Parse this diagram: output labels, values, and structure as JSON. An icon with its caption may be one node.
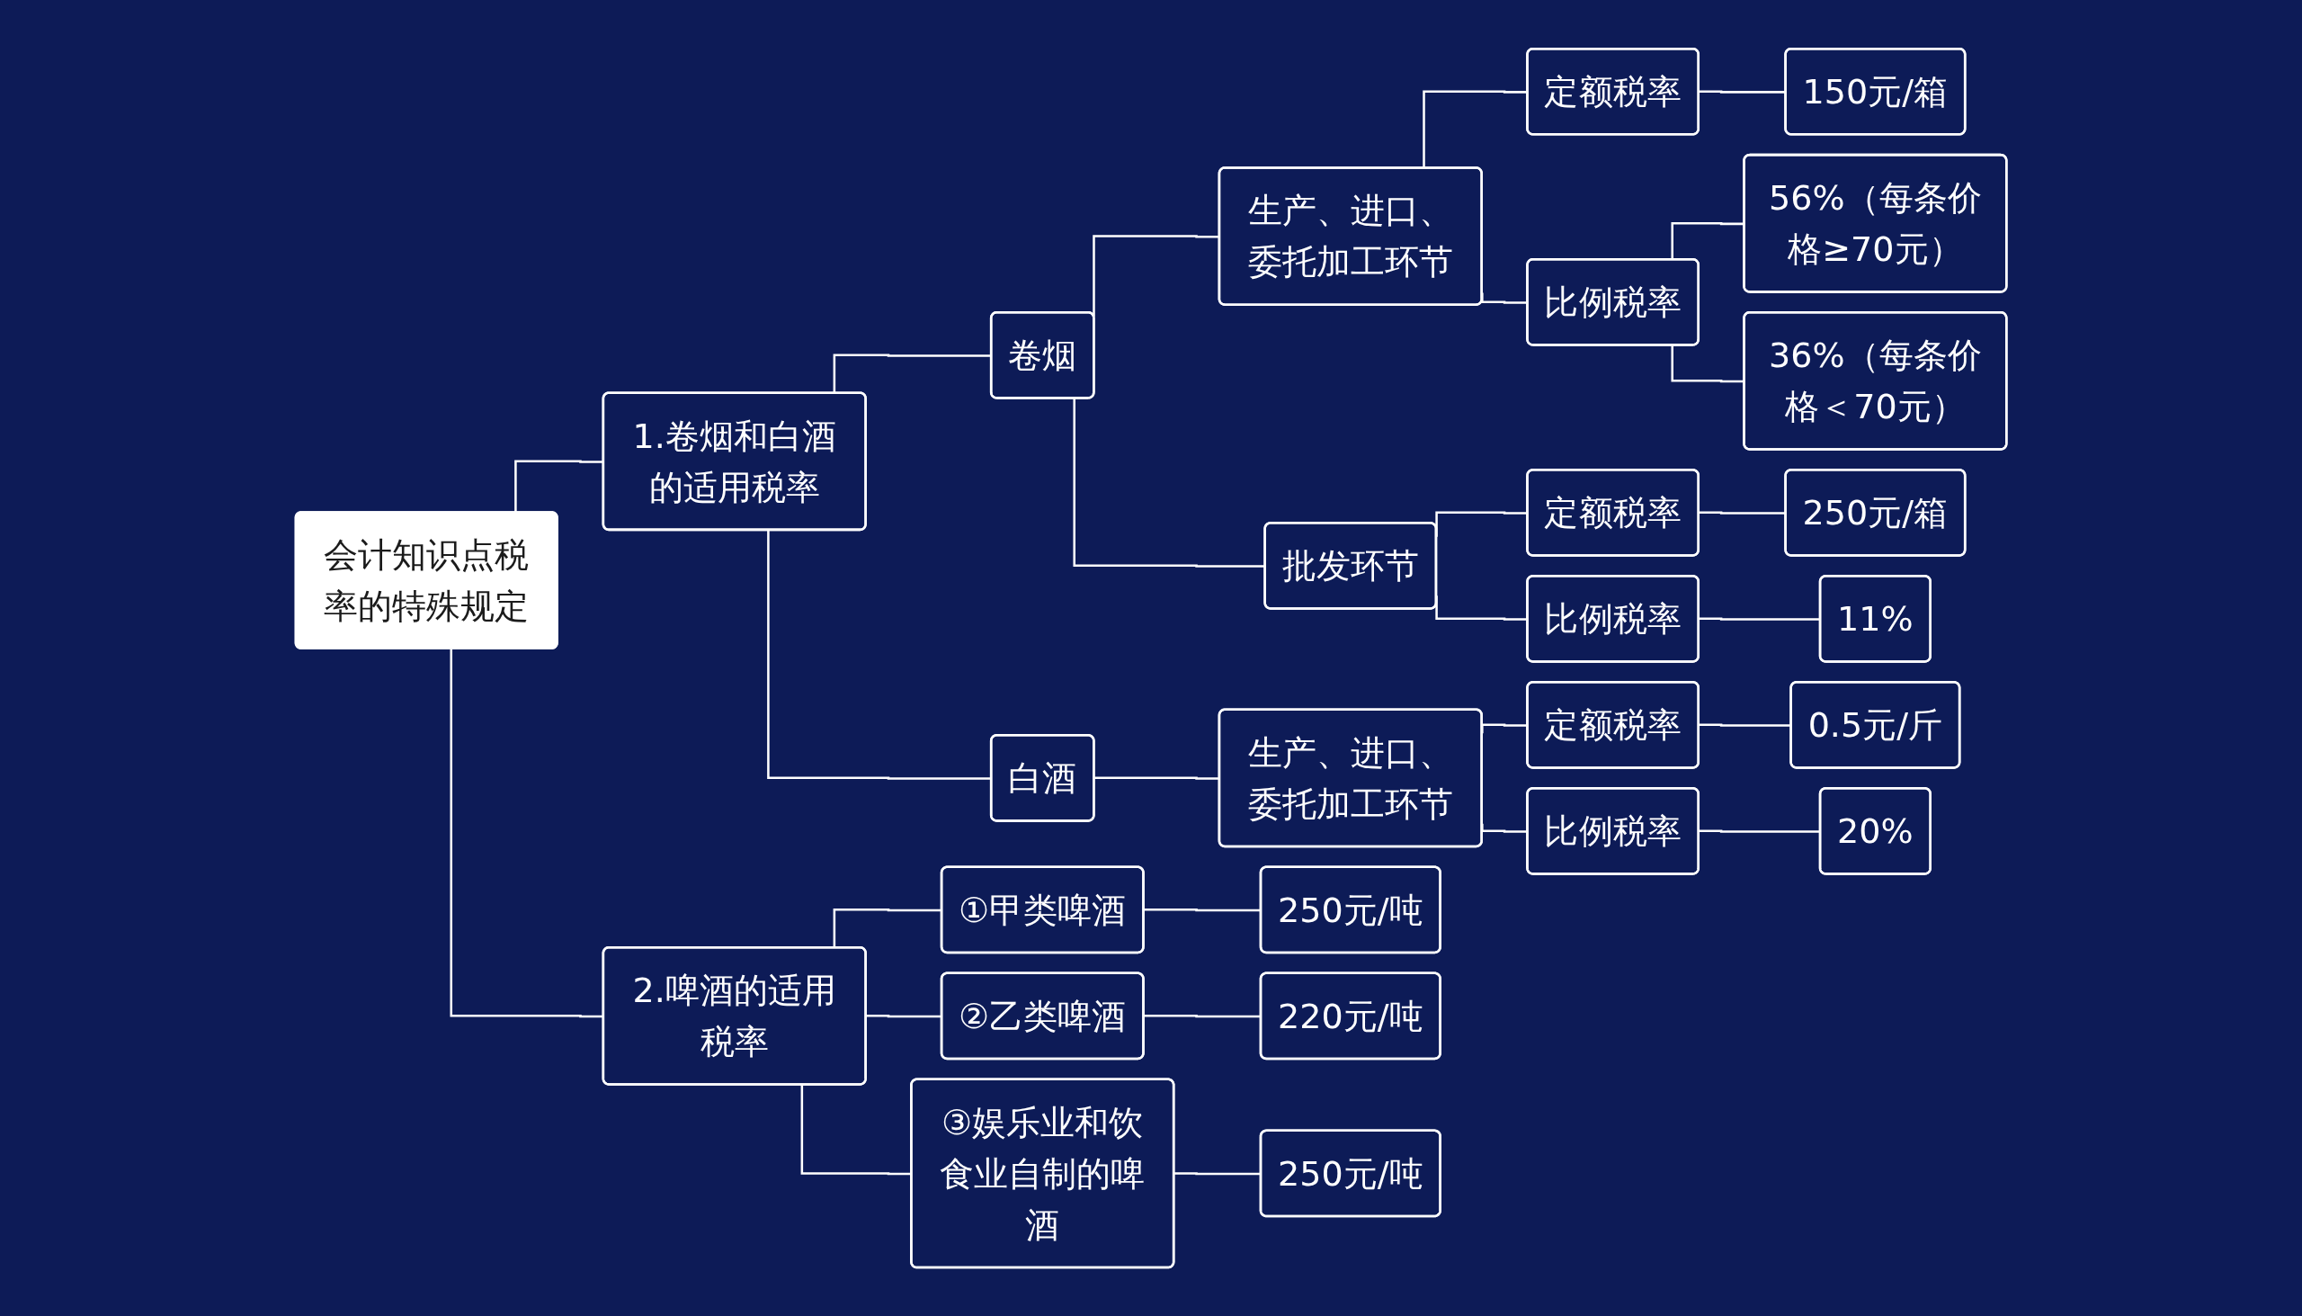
{
  "diagram": {
    "nodes": [
      {
        "text": [
          "会计知识点税率的特殊规定"
        ]
      },
      {
        "text": [
          "1.卷烟和白酒的适用税率"
        ]
      },
      {
        "text": [
          "卷烟"
        ]
      },
      {
        "text": [
          "生产、进口、委托加工环节"
        ]
      },
      {
        "text": [
          "定额税率"
        ]
      },
      {
        "text": [
          "150元/箱"
        ]
      },
      {
        "text": [
          "比例税率"
        ]
      },
      {
        "text": [
          "56%（每条价格≥70元）"
        ]
      },
      {
        "text": [
          "36%（每条价格＜70元）"
        ]
      },
      {
        "text": [
          "批发环节"
        ]
      },
      {
        "text": [
          "定额税率"
        ]
      },
      {
        "text": [
          "250元/箱"
        ]
      },
      {
        "text": [
          "比例税率"
        ]
      },
      {
        "text": [
          "11%"
        ]
      },
      {
        "text": [
          "白酒"
        ]
      },
      {
        "text": [
          "生产、进口、委托加工环节"
        ]
      },
      {
        "text": [
          "定额税率"
        ]
      },
      {
        "text": [
          "0.5元/斤"
        ]
      },
      {
        "text": [
          "比例税率"
        ]
      },
      {
        "text": [
          "20%"
        ]
      },
      {
        "text": [
          "2.啤酒的适用税率"
        ]
      },
      {
        "text": [
          "①甲类啤酒"
        ]
      },
      {
        "text": [
          "250元/吨"
        ]
      },
      {
        "text": [
          "②乙类啤酒"
        ]
      },
      {
        "text": [
          "220元/吨"
        ]
      },
      {
        "text": [
          "③娱乐业和饮食业自制的啤酒"
        ]
      },
      {
        "text": [
          "250元/吨"
        ]
      }
    ],
    "edges": [
      {
        "from": 0,
        "to": 1,
        "arrow": "none"
      },
      {
        "from": 1,
        "to": 2,
        "arrow": "none"
      },
      {
        "from": 2,
        "to": 3,
        "arrow": "none"
      },
      {
        "from": 3,
        "to": 4,
        "arrow": "none"
      },
      {
        "from": 4,
        "to": 5,
        "arrow": "none"
      },
      {
        "from": 3,
        "to": 6,
        "arrow": "none"
      },
      {
        "from": 6,
        "to": 7,
        "arrow": "none"
      },
      {
        "from": 6,
        "to": 8,
        "arrow": "none"
      },
      {
        "from": 2,
        "to": 9,
        "arrow": "none"
      },
      {
        "from": 9,
        "to": 10,
        "arrow": "none"
      },
      {
        "from": 10,
        "to": 11,
        "arrow": "none"
      },
      {
        "from": 9,
        "to": 12,
        "arrow": "none"
      },
      {
        "from": 12,
        "to": 13,
        "arrow": "none"
      },
      {
        "from": 1,
        "to": 14,
        "arrow": "none"
      },
      {
        "from": 14,
        "to": 15,
        "arrow": "none"
      },
      {
        "from": 15,
        "to": 16,
        "arrow": "none"
      },
      {
        "from": 16,
        "to": 17,
        "arrow": "none"
      },
      {
        "from": 15,
        "to": 18,
        "arrow": "none"
      },
      {
        "from": 18,
        "to": 19,
        "arrow": "none"
      },
      {
        "from": 0,
        "to": 20,
        "arrow": "none"
      },
      {
        "from": 20,
        "to": 21,
        "arrow": "none"
      },
      {
        "from": 21,
        "to": 22,
        "arrow": "none"
      },
      {
        "from": 20,
        "to": 23,
        "arrow": "none"
      },
      {
        "from": 23,
        "to": 24,
        "arrow": "none"
      },
      {
        "from": 20,
        "to": 25,
        "arrow": "none"
      },
      {
        "from": 25,
        "to": 26,
        "arrow": "none"
      }
    ]
  }
}
